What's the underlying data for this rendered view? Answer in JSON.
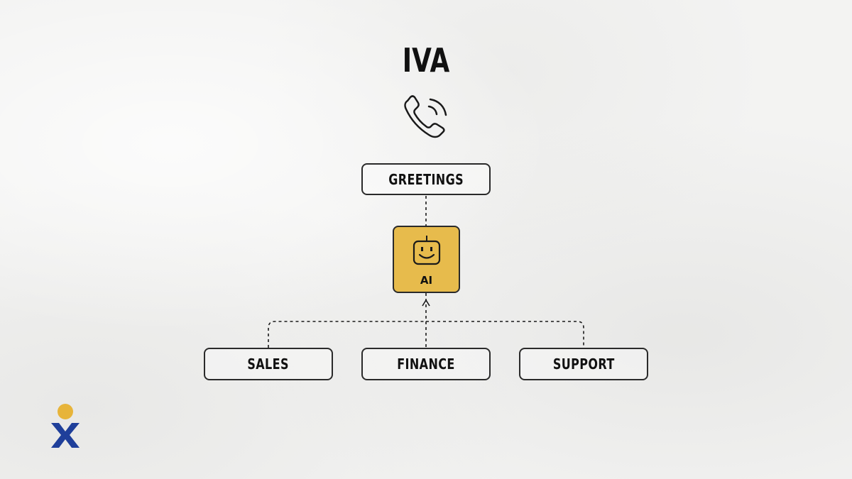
{
  "title": "IVA",
  "icons": {
    "phone": "phone-icon",
    "robot": "robot-icon",
    "logo": "logo-icon"
  },
  "nodes": {
    "greetings": "GREETINGS",
    "ai": "AI",
    "sales": "SALES",
    "finance": "FINANCE",
    "support": "SUPPORT"
  },
  "colors": {
    "ai_fill": "#e7bb4c",
    "stroke": "#2a2a2a",
    "logo_dot": "#e7b43a",
    "logo_x": "#1f3f9a"
  }
}
